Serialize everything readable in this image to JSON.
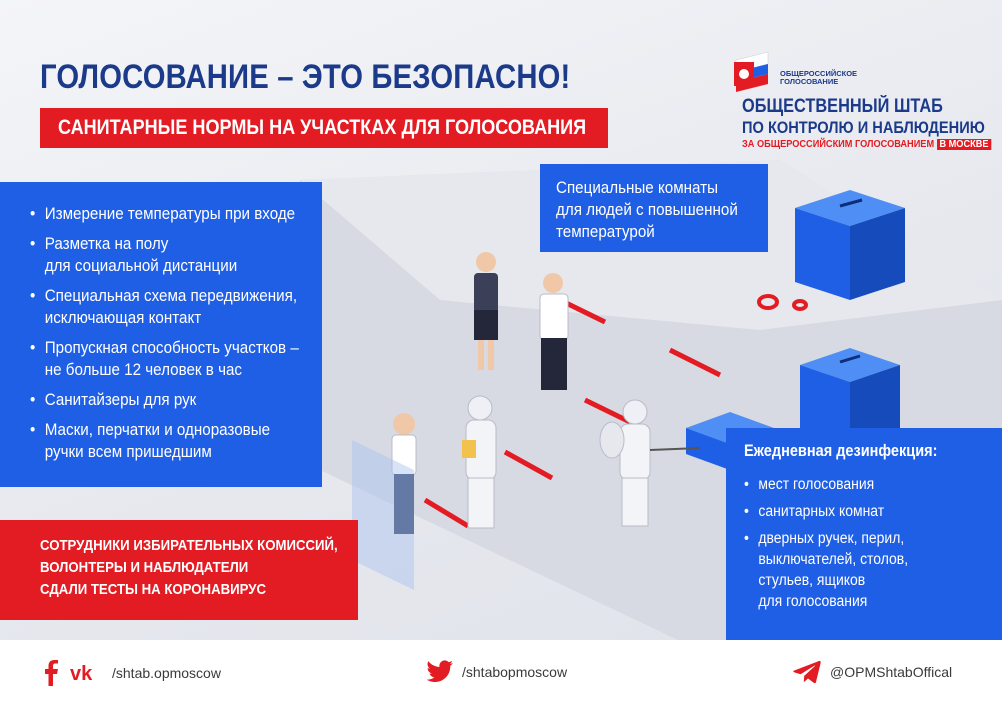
{
  "header": {
    "title": "ГОЛОСОВАНИЕ – ЭТО БЕЗОПАСНО!",
    "subtitle": "САНИТАРНЫЕ НОРМЫ НА УЧАСТКАХ ДЛЯ ГОЛОСОВАНИЯ"
  },
  "logo": {
    "small_line1": "ОБЩЕРОССИЙСКОЕ",
    "small_line2": "ГОЛОСОВАНИЕ",
    "line1": "ОБЩЕСТВЕННЫЙ ШТАБ",
    "line2": "ПО КОНТРОЛЮ И НАБЛЮДЕНИЮ",
    "line3": "ЗА ОБЩЕРОССИЙСКИМ ГОЛОСОВАНИЕМ",
    "line3_tag": "В МОСКВЕ",
    "flag_colors": [
      "#ffffff",
      "#1f5fe6",
      "#e31b23"
    ]
  },
  "measures": [
    {
      "l1": "Измерение температуры при входе",
      "l2": ""
    },
    {
      "l1": "Разметка на полу",
      "l2": "для социальной дистанции"
    },
    {
      "l1": "Специальная схема передвижения,",
      "l2": "исключающая контакт"
    },
    {
      "l1": "Пропускная способность участков –",
      "l2": "не больше 12 человек в час"
    },
    {
      "l1": "Санитайзеры для рук",
      "l2": ""
    },
    {
      "l1": "Маски, перчатки и одноразовые",
      "l2": "ручки всем пришедшим"
    }
  ],
  "staff_note": {
    "l1": "СОТРУДНИКИ ИЗБИРАТЕЛЬНЫХ КОМИССИЙ,",
    "l2": "ВОЛОНТЕРЫ И НАБЛЮДАТЕЛИ",
    "l3": "СДАЛИ ТЕСТЫ НА КОРОНАВИРУС"
  },
  "rooms_callout": {
    "l1": "Специальные комнаты",
    "l2": "для людей с повышенной",
    "l3": "температурой"
  },
  "disinfection": {
    "title": "Ежедневная дезинфекция:",
    "items": [
      {
        "l1": "мест голосования",
        "l2": "",
        "l3": "",
        "l4": ""
      },
      {
        "l1": "санитарных комнат",
        "l2": "",
        "l3": "",
        "l4": ""
      },
      {
        "l1": "дверных ручек, перил,",
        "l2": "выключателей, столов,",
        "l3": "стульев, ящиков",
        "l4": "для голосования"
      }
    ]
  },
  "footer": {
    "vk": "/shtab.opmoscow",
    "twitter": "/shtabopmoscow",
    "telegram": "@OPMShtabOffical"
  },
  "colors": {
    "brand_blue": "#1c3a8a",
    "panel_blue": "#1f5fe6",
    "accent_red": "#e31b23"
  },
  "icons": [
    "facebook-icon",
    "vk-icon",
    "twitter-icon",
    "telegram-icon",
    "ballot-box-icon"
  ]
}
